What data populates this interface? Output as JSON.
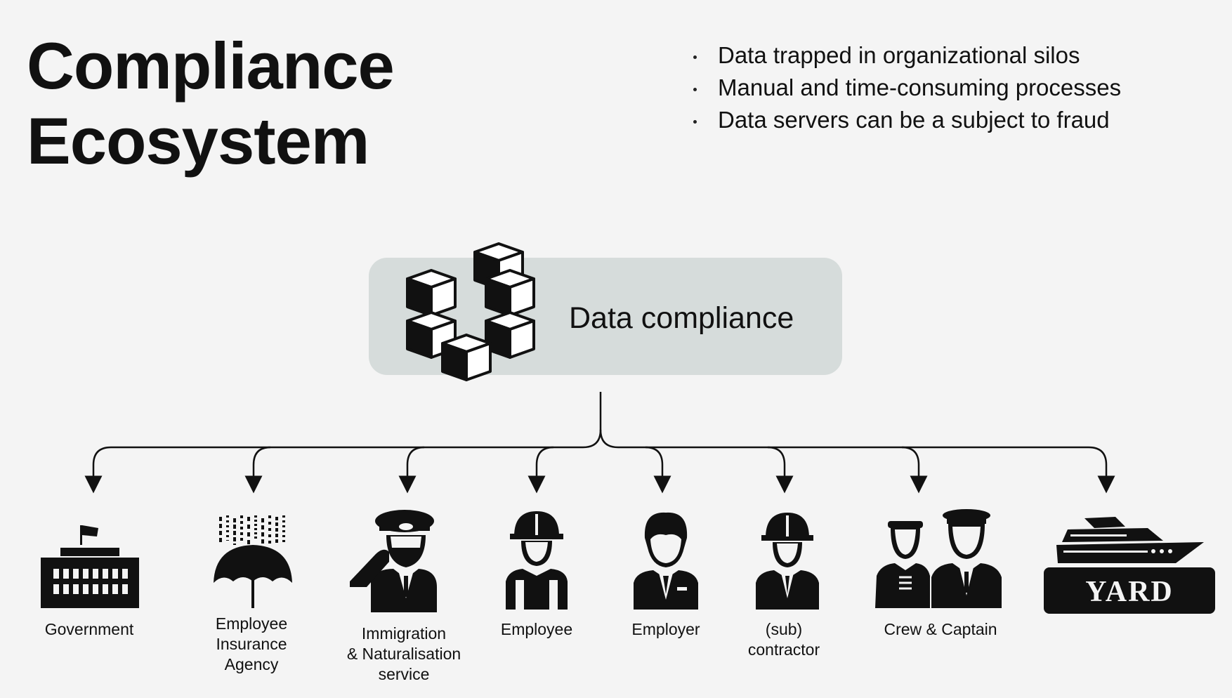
{
  "title": {
    "line1": "Compliance",
    "line2": "Ecosystem"
  },
  "bullets": [
    "Data trapped in organizational silos",
    "Manual and time-consuming processes",
    "Data servers can be a subject to fraud"
  ],
  "hub": {
    "label": "Data compliance",
    "icon": "blockchain-cubes-icon"
  },
  "entities": [
    {
      "label": "Government",
      "icon": "government-building-icon"
    },
    {
      "label": "Employee\nInsurance\nAgency",
      "icon": "umbrella-rain-icon"
    },
    {
      "label": "Immigration\n& Naturalisation\nservice",
      "icon": "saluting-officer-icon"
    },
    {
      "label": "Employee",
      "icon": "worker-hardhat-vest-icon"
    },
    {
      "label": "Employer",
      "icon": "businessman-icon"
    },
    {
      "label": "(sub)\ncontractor",
      "icon": "contractor-hardhat-icon"
    },
    {
      "label": "Crew & Captain",
      "icon": "crew-captain-icon"
    },
    {
      "label": "YARD",
      "icon": "yacht-yard-icon"
    }
  ],
  "colors": {
    "background": "#f4f4f4",
    "hub_fill": "#d6dcdb",
    "ink": "#111111"
  }
}
